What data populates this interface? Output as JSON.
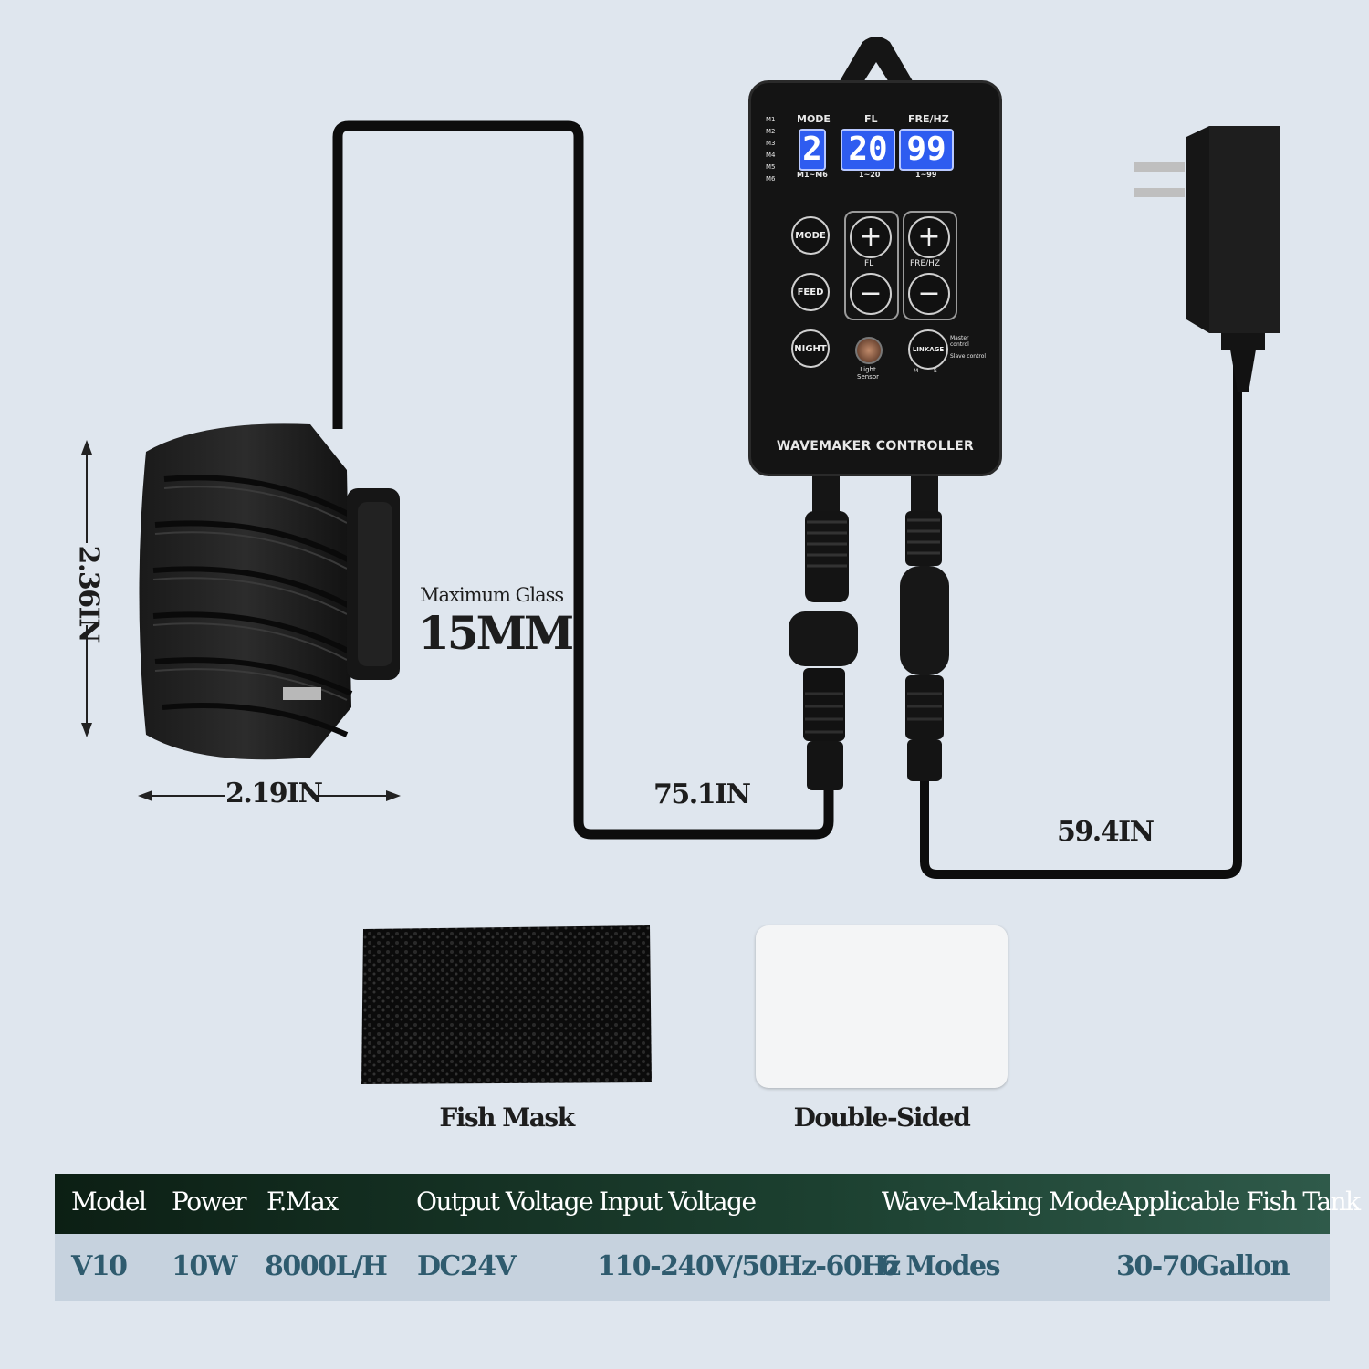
{
  "controller": {
    "title": "WAVEMAKER CONTROLLER",
    "mode_header": "MODE",
    "fl_header": "FL",
    "frehz_header": "FRE/HZ",
    "mode_display": "2",
    "fl_display": "20",
    "frehz_display": "99",
    "mode_range": "M1~M6",
    "fl_range": "1~20",
    "frehz_range": "1~99",
    "mode_list": [
      "M1",
      "M2",
      "M3",
      "M4",
      "M5",
      "M6"
    ],
    "buttons": {
      "mode": "MODE",
      "feed": "FEED",
      "night": "NIGHT",
      "linkage": "LINKAGE",
      "fl_label": "FL",
      "frehz_label": "FRE/HZ",
      "light_sensor": "Light Sensor",
      "master": "Master control",
      "slave": "Slave control",
      "m": "M",
      "s": "S"
    }
  },
  "dimensions": {
    "height": "2.36IN",
    "width": "2.19IN",
    "pump_cable": "75.1IN",
    "power_cable": "59.4IN",
    "glass_label": "Maximum Glass",
    "glass_value": "15MM"
  },
  "accessories": {
    "sponge_label": "Fish Mask",
    "pad_label": "Double-Sided"
  },
  "specs": {
    "headers": [
      "Model",
      "Power",
      "F.Max",
      "Output Voltage",
      "Input Voltage",
      "Wave-Making Mode",
      "Applicable Fish Tank"
    ],
    "values": [
      "V10",
      "10W",
      "8000L/H",
      "DC24V",
      "110-240V/50Hz-60Hz",
      "6 Modes",
      "30-70Gallon"
    ]
  },
  "colors": {
    "background": "#dfe6ee",
    "lcd_blue": "#2e5cf0",
    "table_header": "#1c4030",
    "table_row": "#c6d2de",
    "table_value_text": "#2f5b6e"
  }
}
